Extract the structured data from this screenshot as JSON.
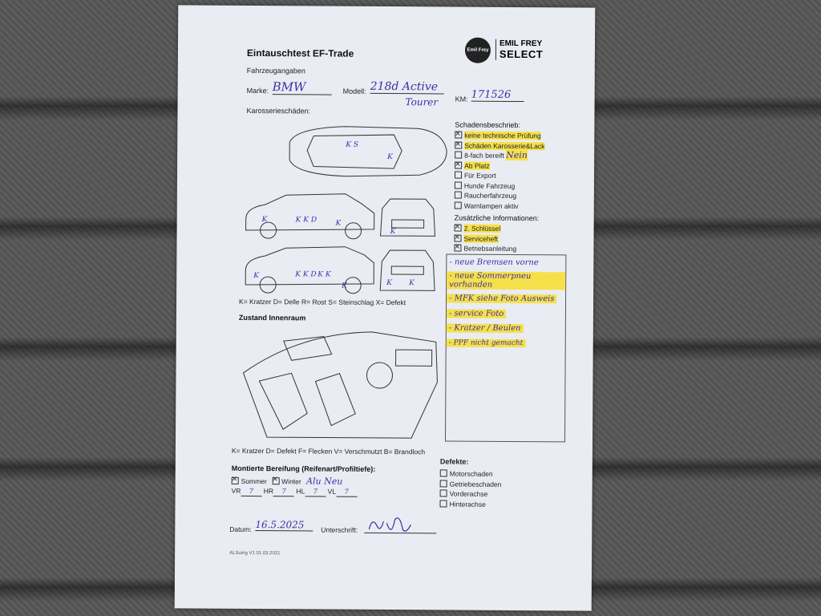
{
  "form": {
    "title": "Eintauschtest EF-Trade",
    "section_vehicle": "Fahrzeugangaben",
    "marke_label": "Marke:",
    "marke_value": "BMW",
    "modell_label": "Modell:",
    "modell_value_1": "218d Active",
    "modell_value_2": "Tourer",
    "km_label": "KM:",
    "km_value": "171526",
    "section_body": "Karosserieschäden:",
    "body_legend": "K= Kratzer D= Delle R= Rost S= Steinschlag X= Defekt",
    "section_interior": "Zustand Innenraum",
    "interior_legend": "K= Kratzer D= Defekt F= Flecken V= Verschmutzt B= Brandloch",
    "version": "ALSuing V1 01.03.2021"
  },
  "logo": {
    "badge": "Emil Frey",
    "line1": "EMIL FREY",
    "line2": "SELECT"
  },
  "damage": {
    "title": "Schadensbeschrieb:",
    "items": [
      {
        "label": "keine technische Prüfung",
        "checked": true,
        "highlight": true
      },
      {
        "label": "Schäden Karosserie&Lack",
        "checked": true,
        "highlight": true
      },
      {
        "label": "8-fach bereift",
        "checked": false,
        "highlight": false
      },
      {
        "label": "Ab Platz",
        "checked": true,
        "highlight": true
      },
      {
        "label": "Für Export",
        "checked": false,
        "highlight": false
      },
      {
        "label": "Hunde Fahrzeug",
        "checked": false,
        "highlight": false
      },
      {
        "label": "Raucherfahrzeug",
        "checked": false,
        "highlight": false
      },
      {
        "label": "Warnlampen aktiv",
        "checked": false,
        "highlight": false
      }
    ],
    "reifen_note": "Nein"
  },
  "extra": {
    "title": "Zusätzliche Informationen:",
    "items": [
      {
        "label": "2. Schlüssel",
        "checked": true
      },
      {
        "label": "Serviceheft",
        "checked": true
      },
      {
        "label": "Betriebsanleitung",
        "checked": true
      }
    ]
  },
  "notes": [
    "- neue Bremsen vorne",
    "- neue Sommerpneu vorhanden",
    "- MFK siehe Foto Ausweis",
    "- service Foto",
    "- Kratzer / Beulen",
    "- PPF nicht gemacht"
  ],
  "car_marks": {
    "top": [
      "K S",
      "K"
    ],
    "side1": [
      "K",
      "K K D",
      "K"
    ],
    "side2": [
      "K",
      "K K D",
      "K K",
      "K"
    ],
    "front": [
      "K"
    ],
    "rear": [
      "K",
      "K"
    ]
  },
  "tires": {
    "title": "Montierte Bereifung (Reifenart/Profiltiefe):",
    "sommer": "Sommer",
    "winter": "Winter",
    "note": "Alu Neu",
    "vr_label": "VR",
    "vr": "7",
    "hr_label": "HR",
    "hr": "7",
    "hl_label": "HL",
    "hl": "7",
    "vl_label": "VL",
    "vl": "7"
  },
  "defects": {
    "title": "Defekte:",
    "items": [
      "Motorschaden",
      "Getriebeschaden",
      "Vorderachse",
      "Hinterachse"
    ]
  },
  "sign": {
    "date_label": "Datum:",
    "date_value": "16.5.2025",
    "sign_label": "Unterschrift:"
  }
}
